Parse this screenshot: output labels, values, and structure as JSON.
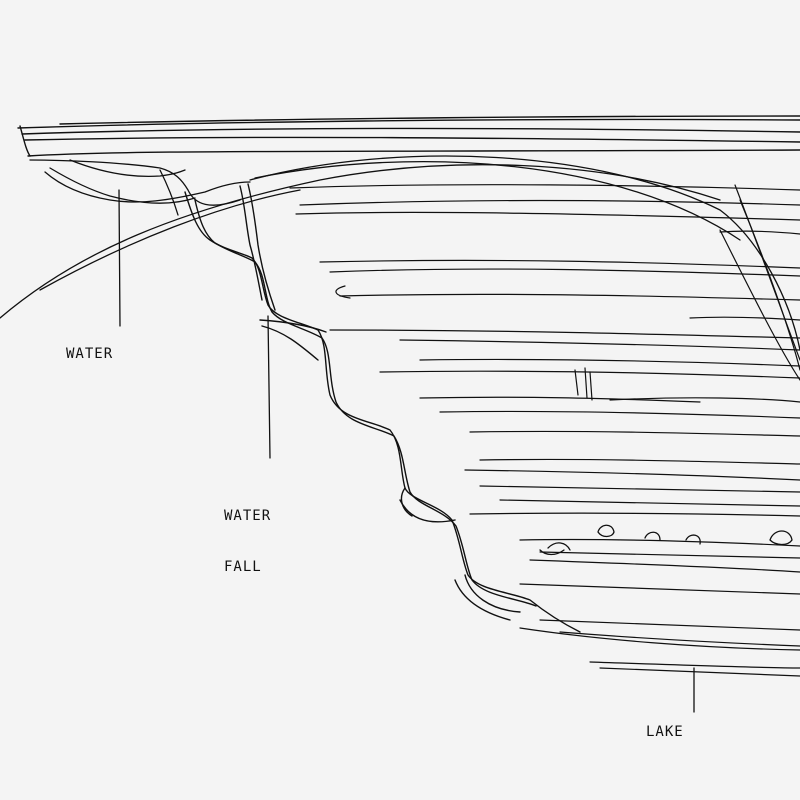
{
  "labels": {
    "water": "WATER",
    "waterfall_line1": "WATER",
    "waterfall_line2": "FALL",
    "lake": "LAKE"
  },
  "colors": {
    "paper": "#f4f4f4",
    "ink": "#111111"
  }
}
